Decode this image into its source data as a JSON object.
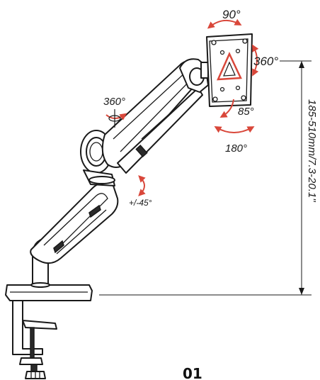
{
  "rotations": {
    "top": "90°",
    "right": "360°",
    "tilt": "85°",
    "swivel": "180°",
    "joint": "360°",
    "lower": "+/-45°"
  },
  "height_range": "185-510mm/7.3-20.1\"",
  "page_number": "01",
  "colors": {
    "arrow": "#d9473a",
    "line": "#1a1a1a"
  }
}
